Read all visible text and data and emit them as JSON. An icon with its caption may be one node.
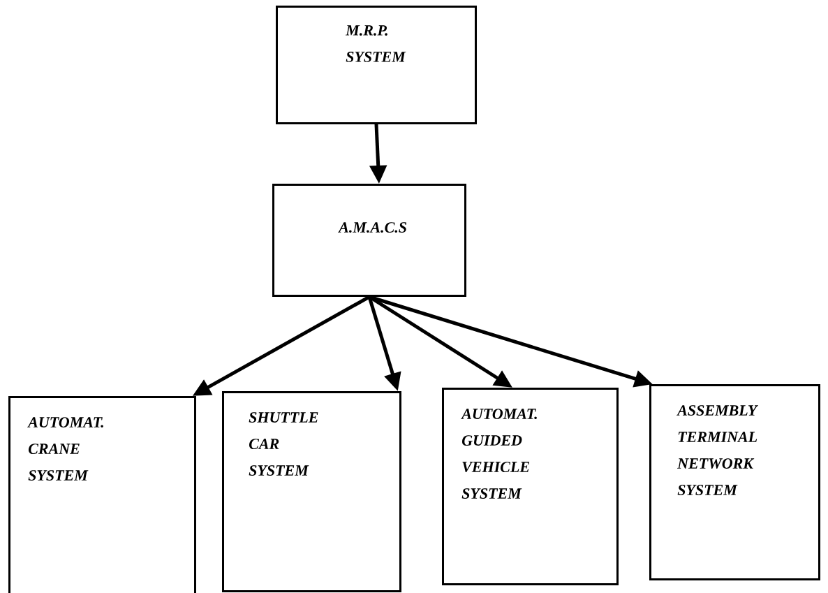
{
  "diagram": {
    "nodes": [
      {
        "text": [
          "M.R.P. SYSTEM"
        ]
      },
      {
        "text": [
          "A.M.A.C.S"
        ]
      },
      {
        "text": [
          "AUTOMAT. CRANE SYSTEM"
        ]
      },
      {
        "text": [
          "SHUTTLE CAR SYSTEM"
        ]
      },
      {
        "text": [
          "AUTOMAT. GUIDED VEHICLE SYSTEM"
        ]
      },
      {
        "text": [
          "ASSEMBLY TERMINAL NETWORK SYSTEM"
        ]
      }
    ],
    "edges": [
      {
        "from": 0,
        "to": 1,
        "arrow": "to"
      },
      {
        "from": 1,
        "to": 2,
        "arrow": "to"
      },
      {
        "from": 1,
        "to": 3,
        "arrow": "to"
      },
      {
        "from": 1,
        "to": 4,
        "arrow": "to"
      },
      {
        "from": 1,
        "to": 5,
        "arrow": "to"
      }
    ]
  }
}
